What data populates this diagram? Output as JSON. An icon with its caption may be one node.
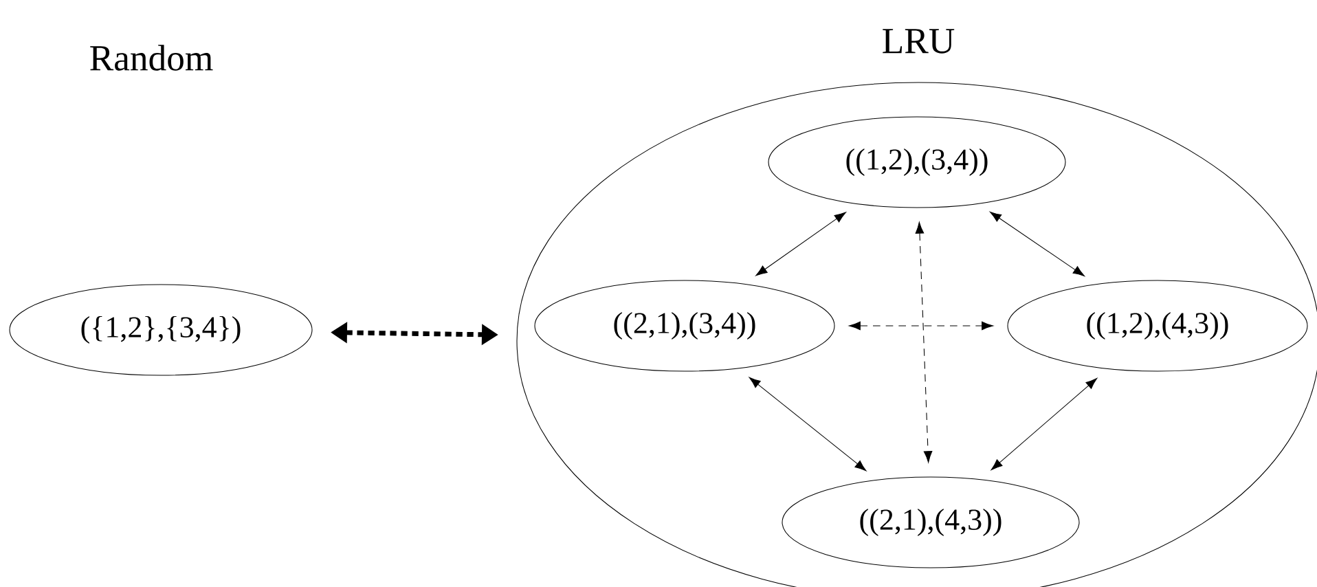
{
  "diagram": {
    "nodes": [
      {
        "text": [
          "({1,2},{3,4})"
        ]
      },
      {
        "text": [
          "LRU"
        ]
      },
      {
        "text": [
          "((1,2),(3,4))"
        ],
        "in": 1
      },
      {
        "text": [
          "((2,1),(3,4))"
        ],
        "in": 1
      },
      {
        "text": [
          "((1,2),(4,3))"
        ],
        "in": 1
      },
      {
        "text": [
          "((2,1),(4,3))"
        ],
        "in": 1
      }
    ],
    "edges": [
      {
        "from": 0,
        "to": 1,
        "arrow": "both",
        "style": "dashed"
      },
      {
        "from": 3,
        "to": 2,
        "arrow": "both"
      },
      {
        "from": 2,
        "to": 4,
        "arrow": "both"
      },
      {
        "from": 3,
        "to": 5,
        "arrow": "both"
      },
      {
        "from": 4,
        "to": 5,
        "arrow": "both"
      },
      {
        "from": 2,
        "to": 5,
        "arrow": "both",
        "style": "dashed"
      },
      {
        "from": 3,
        "to": 4,
        "arrow": "both",
        "style": "dashed"
      }
    ],
    "labels": [
      "Random"
    ]
  }
}
